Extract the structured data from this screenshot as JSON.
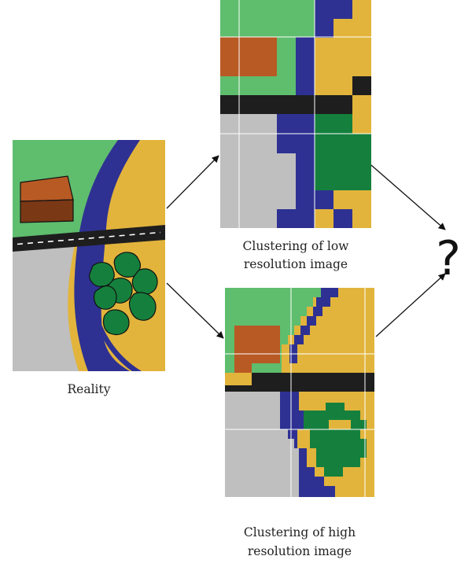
{
  "captions": {
    "reality": "Reality",
    "low_line1": "Clustering of low",
    "low_line2": "resolution image",
    "high_line1": "Clustering of high",
    "high_line2": "resolution image",
    "question": "?"
  },
  "colors": {
    "grass": "#5fbd6e",
    "roof": "#b85a24",
    "roof_side": "#7a3815",
    "sand": "#e2b43c",
    "river": "#2e3192",
    "road": "#1e1e1e",
    "concrete": "#bfbfbf",
    "trees": "#15803d",
    "grid_line": "#ffffff",
    "arrow": "#111111"
  }
}
